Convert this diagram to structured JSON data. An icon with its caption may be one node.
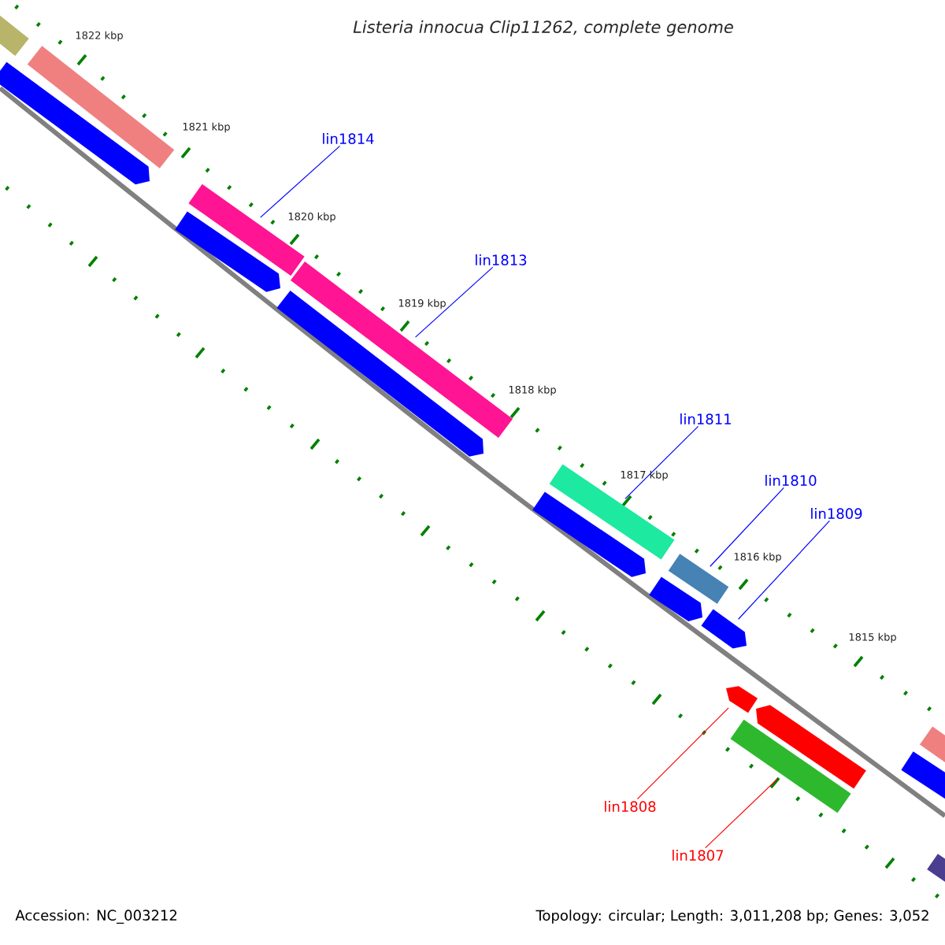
{
  "diagram": {
    "title": "Listeria innocua Clip11262, complete genome",
    "nodes": [
      {
        "text": [
          "lin1814"
        ]
      },
      {
        "text": [
          "lin1813"
        ]
      },
      {
        "text": [
          "lin1811"
        ]
      },
      {
        "text": [
          "lin1810"
        ]
      },
      {
        "text": [
          "lin1809"
        ]
      },
      {
        "text": [
          "lin1808"
        ]
      },
      {
        "text": [
          "lin1807"
        ]
      },
      {
        "text": [],
        "shape": "bar"
      },
      {
        "text": [],
        "shape": "bar"
      },
      {
        "text": [],
        "shape": "bar"
      },
      {
        "text": [],
        "shape": "bar"
      },
      {
        "text": [],
        "shape": "bar"
      },
      {
        "text": [],
        "shape": "bar"
      },
      {
        "text": [],
        "shape": "bar"
      },
      {
        "text": [],
        "shape": "bar"
      },
      {
        "text": [],
        "shape": "bar"
      },
      {
        "text": [],
        "shape": "bar"
      },
      {
        "text": [],
        "shape": "bar"
      },
      {
        "text": [],
        "shape": "bar"
      },
      {
        "text": [],
        "shape": "bar"
      },
      {
        "text": [],
        "shape": "bar"
      },
      {
        "text": [],
        "shape": "bar"
      },
      {
        "text": [],
        "shape": "bar"
      },
      {
        "text": [],
        "shape": "bar"
      },
      {
        "text": [],
        "shape": "bar"
      }
    ],
    "edges": [
      {
        "from": 0,
        "to": 10,
        "arrow": "none"
      },
      {
        "from": 1,
        "to": 12,
        "arrow": "none"
      },
      {
        "from": 2,
        "to": 14,
        "arrow": "none"
      },
      {
        "from": 3,
        "to": 16,
        "arrow": "none"
      },
      {
        "from": 4,
        "to": 18,
        "arrow": "none"
      },
      {
        "from": 5,
        "to": 19,
        "arrow": "none",
        "color": "#ff0000"
      },
      {
        "from": 6,
        "to": 21,
        "arrow": "none",
        "color": "#ff0000"
      }
    ],
    "labels": [
      "1822 kbp",
      "1821 kbp",
      "1820 kbp",
      "1819 kbp",
      "1818 kbp",
      "1817 kbp",
      "1816 kbp",
      "1815 kbp",
      "Accession: NC_003212",
      "Topology: circular; Length: 3,011,208 bp; Genes: 3,052"
    ]
  }
}
